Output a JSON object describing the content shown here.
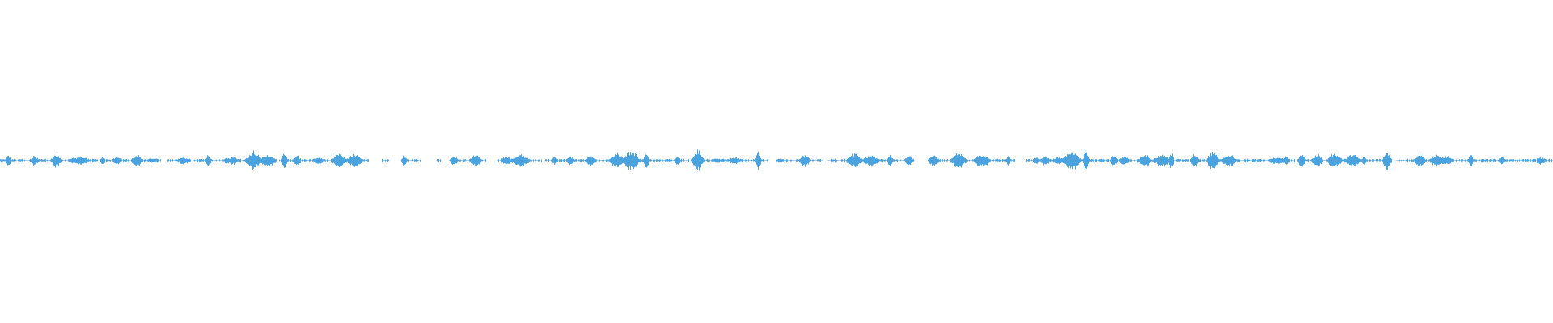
{
  "waveform": {
    "color": "#4aa3df",
    "background": "#ffffff",
    "segments": [
      [
        0.0,
        0.062
      ],
      [
        0.066,
        0.103
      ],
      [
        0.108,
        0.121
      ],
      [
        0.124,
        0.175
      ],
      [
        0.18,
        0.229
      ],
      [
        0.234,
        0.237
      ],
      [
        0.246,
        0.25
      ],
      [
        0.258,
        0.27
      ],
      [
        0.281,
        0.284
      ],
      [
        0.289,
        0.313
      ],
      [
        0.32,
        0.348
      ],
      [
        0.351,
        0.443
      ],
      [
        0.448,
        0.494
      ],
      [
        0.5,
        0.53
      ],
      [
        0.533,
        0.548
      ],
      [
        0.552,
        0.589
      ],
      [
        0.598,
        0.653
      ],
      [
        0.661,
        0.676
      ],
      [
        0.683,
        0.765
      ],
      [
        0.773,
        0.79
      ],
      [
        0.794,
        0.833
      ],
      [
        0.839,
        0.866
      ],
      [
        0.868,
        0.894
      ],
      [
        0.899,
        1.0
      ]
    ],
    "bursts": [
      [
        0.005,
        0.34
      ],
      [
        0.022,
        0.24
      ],
      [
        0.036,
        0.3
      ],
      [
        0.047,
        0.14
      ],
      [
        0.052,
        0.2
      ],
      [
        0.066,
        0.22
      ],
      [
        0.075,
        0.24
      ],
      [
        0.088,
        0.28
      ],
      [
        0.099,
        0.13
      ],
      [
        0.118,
        0.16
      ],
      [
        0.134,
        0.32
      ],
      [
        0.146,
        0.16
      ],
      [
        0.15,
        0.18
      ],
      [
        0.163,
        0.46
      ],
      [
        0.172,
        0.3
      ],
      [
        0.183,
        0.4
      ],
      [
        0.191,
        0.28
      ],
      [
        0.205,
        0.2
      ],
      [
        0.218,
        0.32
      ],
      [
        0.228,
        0.3
      ],
      [
        0.26,
        0.28
      ],
      [
        0.292,
        0.22
      ],
      [
        0.306,
        0.3
      ],
      [
        0.326,
        0.18
      ],
      [
        0.335,
        0.3
      ],
      [
        0.357,
        0.2
      ],
      [
        0.367,
        0.24
      ],
      [
        0.38,
        0.26
      ],
      [
        0.397,
        0.4
      ],
      [
        0.406,
        0.44
      ],
      [
        0.416,
        0.36
      ],
      [
        0.436,
        0.2
      ],
      [
        0.449,
        0.48
      ],
      [
        0.462,
        0.12
      ],
      [
        0.473,
        0.16
      ],
      [
        0.488,
        0.44
      ],
      [
        0.502,
        0.12
      ],
      [
        0.518,
        0.3
      ],
      [
        0.55,
        0.38
      ],
      [
        0.561,
        0.28
      ],
      [
        0.573,
        0.3
      ],
      [
        0.585,
        0.3
      ],
      [
        0.601,
        0.26
      ],
      [
        0.617,
        0.42
      ],
      [
        0.632,
        0.3
      ],
      [
        0.649,
        0.24
      ],
      [
        0.667,
        0.18
      ],
      [
        0.673,
        0.22
      ],
      [
        0.681,
        0.18
      ],
      [
        0.69,
        0.46
      ],
      [
        0.699,
        0.52
      ],
      [
        0.717,
        0.26
      ],
      [
        0.724,
        0.22
      ],
      [
        0.737,
        0.28
      ],
      [
        0.748,
        0.28
      ],
      [
        0.754,
        0.4
      ],
      [
        0.769,
        0.36
      ],
      [
        0.781,
        0.48
      ],
      [
        0.791,
        0.3
      ],
      [
        0.822,
        0.18
      ],
      [
        0.828,
        0.24
      ],
      [
        0.838,
        0.32
      ],
      [
        0.848,
        0.3
      ],
      [
        0.859,
        0.36
      ],
      [
        0.871,
        0.3
      ],
      [
        0.878,
        0.24
      ],
      [
        0.893,
        0.46
      ],
      [
        0.914,
        0.32
      ],
      [
        0.925,
        0.3
      ],
      [
        0.931,
        0.22
      ],
      [
        0.947,
        0.28
      ],
      [
        0.967,
        0.2
      ],
      [
        0.992,
        0.18
      ]
    ]
  }
}
